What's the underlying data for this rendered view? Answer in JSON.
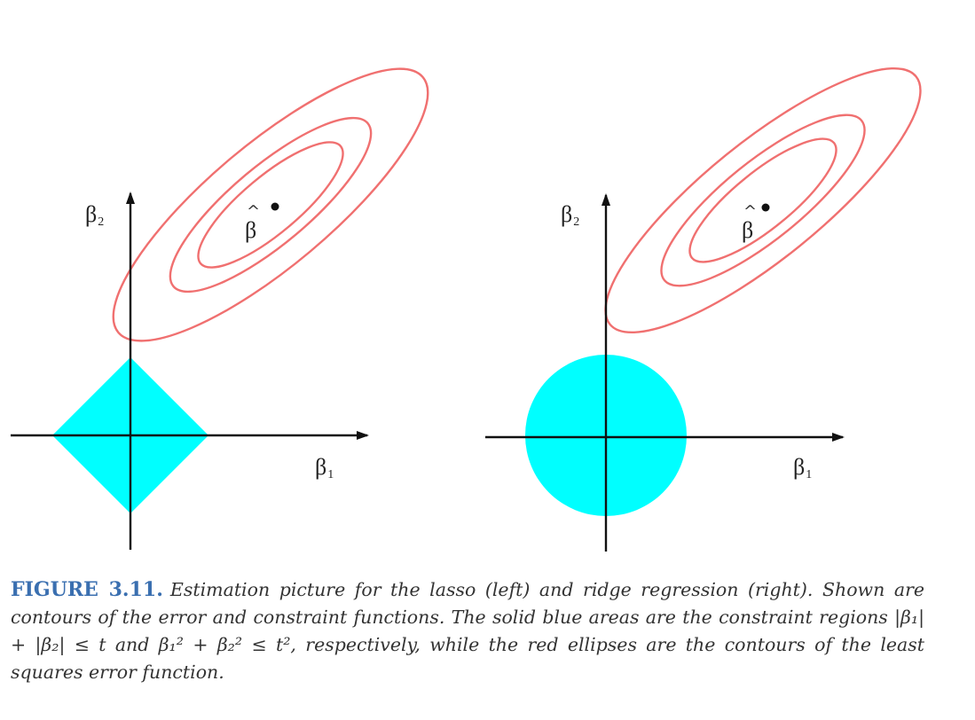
{
  "figure": {
    "colors": {
      "constraint_fill": "#00ffff",
      "contour_stroke": "#f07070",
      "axis": "#111111",
      "caption_label": "#3a6fb0"
    },
    "left_panel": {
      "ylabel": "β",
      "ylabel_sub": "2",
      "xlabel": "β",
      "xlabel_sub": "1",
      "estimate_label": "β",
      "estimate_hat": "^"
    },
    "right_panel": {
      "ylabel": "β",
      "ylabel_sub": "2",
      "xlabel": "β",
      "xlabel_sub": "1",
      "estimate_label": "β",
      "estimate_hat": "^"
    },
    "caption": {
      "label": "FIGURE 3.11.",
      "text": "Estimation picture for the lasso (left) and ridge regression (right). Shown are contours of the error and constraint functions. The solid blue areas are the constraint regions |β₁| + |β₂| ≤ t and β₁² + β₂² ≤ t², respectively, while the red ellipses are the contours of the least squares error function."
    }
  }
}
